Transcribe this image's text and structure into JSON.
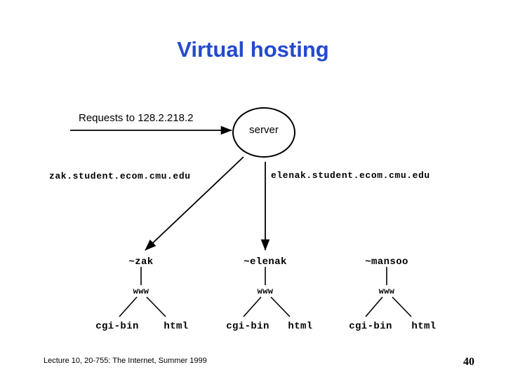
{
  "slide": {
    "title": "Virtual hosting",
    "title_color": "#2449cf",
    "background_color": "#ffffff",
    "text_color": "#000000"
  },
  "request_flow": {
    "label": "Requests to 128.2.218.2",
    "arrow_name": "request-arrow-to-server"
  },
  "server": {
    "label": "server"
  },
  "virtual_hosts": [
    {
      "hostname": "zak.student.ecom.cmu.edu",
      "home_dir": "~zak",
      "web_dir": "www",
      "children": [
        "cgi-bin",
        "html"
      ]
    },
    {
      "hostname": "elenak.student.ecom.cmu.edu",
      "home_dir": "~elenak",
      "web_dir": "www",
      "children": [
        "cgi-bin",
        "html"
      ]
    },
    {
      "home_dir": "~mansoo",
      "web_dir": "www",
      "children": [
        "cgi-bin",
        "html"
      ]
    }
  ],
  "footer": {
    "note": "Lecture 10, 20-755: The Internet, Summer 1999",
    "page_number": "40"
  }
}
